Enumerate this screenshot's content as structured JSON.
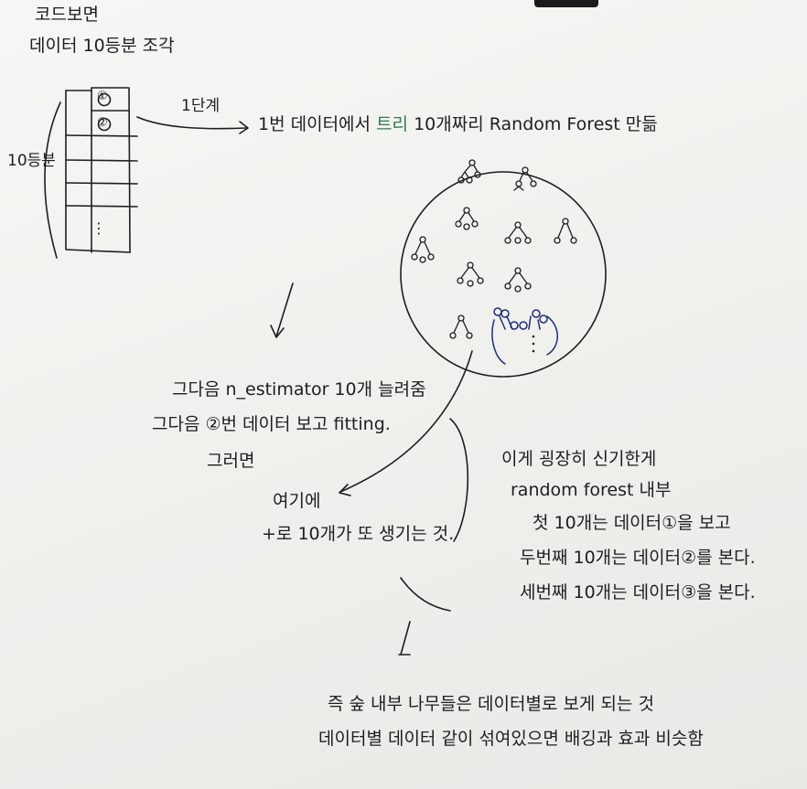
{
  "note": {
    "header_line1": "코드보면",
    "header_line2": "데이터 10등분 조각",
    "table_fold_label": "10등분",
    "table_cell_1": "①",
    "table_cell_2": "②",
    "table_ellipsis": "⋮",
    "step_label": "1단계",
    "step_text_before": "1번 데이터에서 ",
    "step_text_tree": "트리",
    "step_text_after": " 10개짜리 Random Forest 만듦",
    "estimator_line1": "그다음 n_estimator 10개 늘려줌",
    "estimator_line2": "그다음 ②번 데이터 보고 fitting.",
    "estimator_line3": "그러면",
    "estimator_line4": "여기에",
    "estimator_line5": "+로 10개가 또 생기는 것.",
    "random_line1": "이게 굉장히 신기한게",
    "random_line2": "random forest 내부",
    "random_line3": "첫 10개는 데이터①을 보고",
    "random_line4": "두번째 10개는 데이터②를 본다.",
    "random_line5": "세번째 10개는 데이터③을 본다.",
    "conclusion_line1": "즉 숲 내부 나무들은 데이터별로 보게 되는 것",
    "conclusion_line2": "데이터별 데이터 같이 섞여있으면 배깅과 효과 비슷함"
  },
  "colors": {
    "ink": "#1e1e1e",
    "green_ink": "#2f7a4f",
    "blue_ink": "#1f2d7a",
    "paper": "#f1f1ef"
  }
}
